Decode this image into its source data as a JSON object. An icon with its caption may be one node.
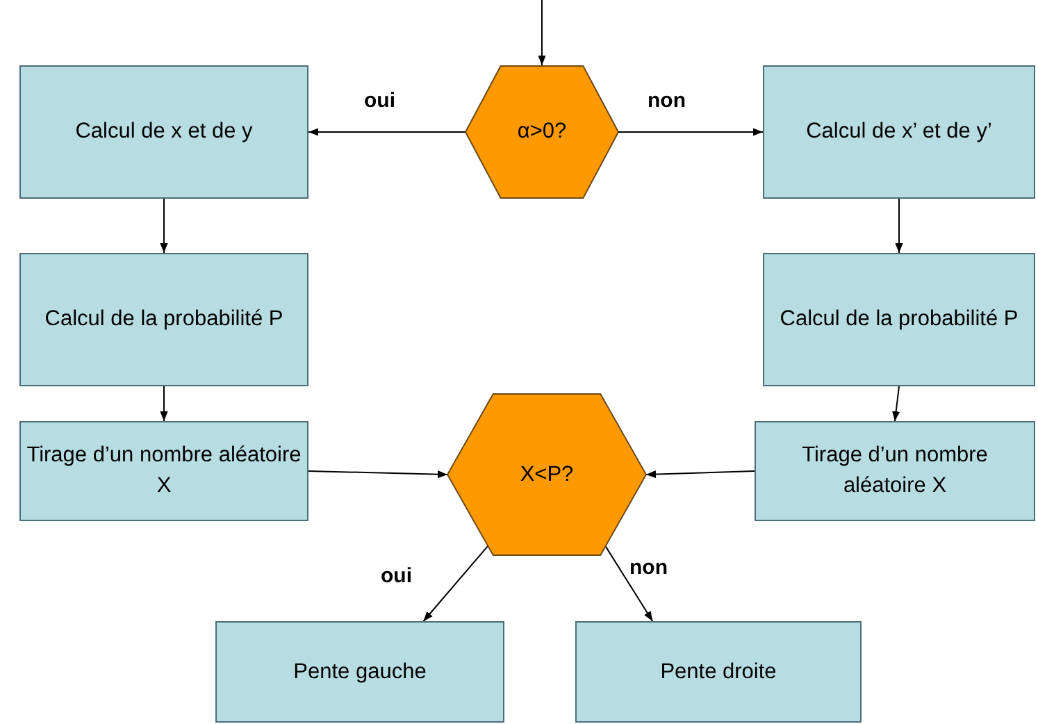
{
  "diagram": {
    "nodes": [
      {
        "text": [
          "α>0?"
        ]
      },
      {
        "text": [
          "Calcul de x et de y"
        ]
      },
      {
        "text": [
          "Calcul de x’ et de y’"
        ]
      },
      {
        "text": [
          "Calcul de la probabilité P"
        ]
      },
      {
        "text": [
          "Calcul de la probabilité P"
        ]
      },
      {
        "text": [
          "Tirage d’un nombre aléatoire X"
        ]
      },
      {
        "text": [
          "X<P?"
        ]
      },
      {
        "text": [
          "Tirage d’un nombre aléatoire X"
        ]
      },
      {
        "text": [
          "Pente gauche"
        ]
      },
      {
        "text": [
          "Pente droite"
        ]
      }
    ],
    "edges": [
      {
        "from": null,
        "to": 0,
        "arrow": "to"
      },
      {
        "from": 0,
        "to": 1,
        "arrow": "to",
        "label": "oui"
      },
      {
        "from": 0,
        "to": 2,
        "arrow": "to",
        "label": "non"
      },
      {
        "from": 1,
        "to": 3,
        "arrow": "to"
      },
      {
        "from": 2,
        "to": 4,
        "arrow": "to"
      },
      {
        "from": 3,
        "to": 5,
        "arrow": "to"
      },
      {
        "from": 4,
        "to": 7,
        "arrow": "to"
      },
      {
        "from": 5,
        "to": 6,
        "arrow": "to"
      },
      {
        "from": 7,
        "to": 6,
        "arrow": "to"
      },
      {
        "from": 6,
        "to": 8,
        "arrow": "to",
        "label": "oui"
      },
      {
        "from": 6,
        "to": 9,
        "arrow": "to",
        "label": "non"
      }
    ]
  }
}
